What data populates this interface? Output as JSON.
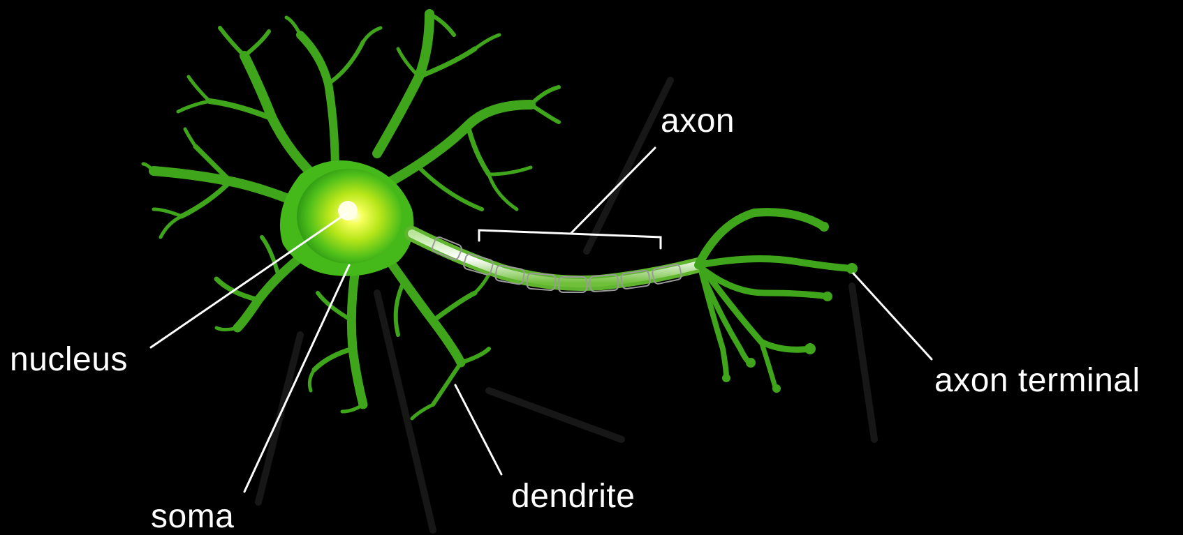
{
  "labels": {
    "axon": "axon",
    "nucleus": "nucleus",
    "soma": "soma",
    "dendrite": "dendrite",
    "axon_terminal": "axon terminal"
  },
  "colors": {
    "background": "#000000",
    "dendrite_green": "#3fa51b",
    "soma_glow": "#d8ff3a",
    "axon_core": "#e8f5e0",
    "label_text": "#ffffff",
    "leader_line": "#ffffff"
  }
}
